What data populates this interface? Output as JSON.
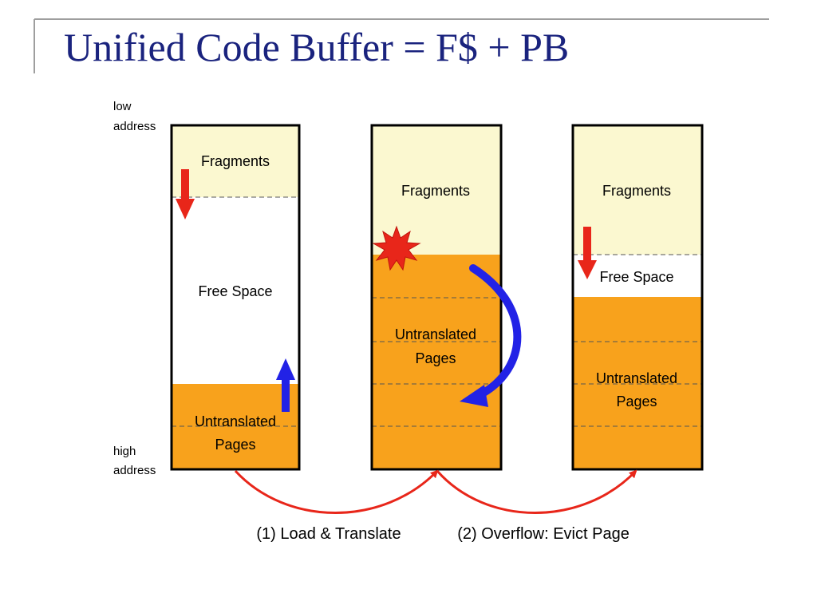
{
  "title": "Unified Code Buffer = F$ + PB",
  "axis": {
    "low": "low",
    "high": "high",
    "address": "address"
  },
  "columns": [
    {
      "fragments": "Fragments",
      "free_space": "Free Space",
      "untranslated_line1": "Untranslated",
      "untranslated_line2": "Pages"
    },
    {
      "fragments": "Fragments",
      "untranslated_line1": "Untranslated",
      "untranslated_line2": "Pages"
    },
    {
      "fragments": "Fragments",
      "free_space": "Free Space",
      "untranslated_line1": "Untranslated",
      "untranslated_line2": "Pages"
    }
  ],
  "steps": {
    "step1": "(1) Load & Translate",
    "step2": "(2) Overflow: Evict Page"
  },
  "colors": {
    "title": "#1a237e",
    "fragments": "#fbf8d0",
    "free": "#ffffff",
    "untranslated": "#f8a21c",
    "red_arrow": "#e8261a",
    "blue_arrow": "#2222e6",
    "burst": "#e8261a"
  },
  "icons": [
    "down-arrow-icon",
    "up-arrow-icon",
    "explosion-icon",
    "curved-arrow-icon"
  ]
}
